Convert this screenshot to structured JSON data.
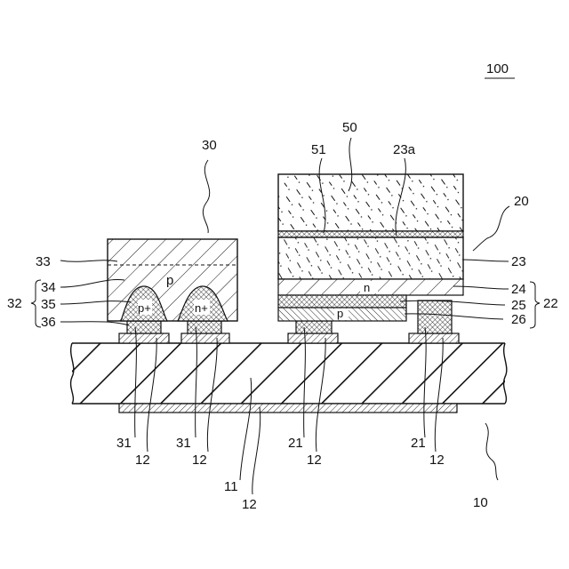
{
  "figure": {
    "assembly_ref": "100",
    "substrate_ref": "10",
    "substrate_body_ref": "11",
    "pad_ref": "12",
    "led_ref": "20",
    "led_stack_ref": "22",
    "led_layer_23": "23",
    "led_layer_23a": "23a",
    "led_layer_24": "24",
    "led_layer_25": "25",
    "led_layer_26": "26",
    "led_bump_ref": "21",
    "sensor_ref": "30",
    "sensor_electrode_ref": "31",
    "sensor_stack_ref": "32",
    "sensor_layer_33": "33",
    "sensor_layer_34": "34",
    "sensor_layer_35": "35",
    "sensor_layer_36": "36",
    "converter_ref": "50",
    "converter_layer_51": "51",
    "type_p": "p",
    "type_p_plus": "p+",
    "type_n": "n",
    "type_n_plus": "n+"
  }
}
